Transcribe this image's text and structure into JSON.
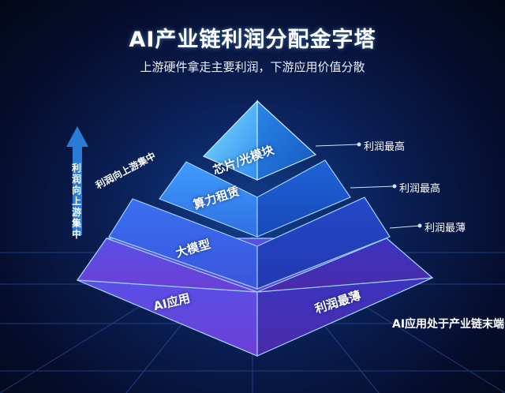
{
  "title": "AI产业链利润分配金字塔",
  "subtitle": "上游硬件拿走主要利润，下游应用价值分散",
  "layers": [
    {
      "label": "芯片/光模块",
      "callout": "利润最高"
    },
    {
      "label": "算力租赁",
      "callout": "利润最高"
    },
    {
      "label": "大模型",
      "callout": "利润最薄"
    },
    {
      "label": "AI应用",
      "callout": "利润最薄"
    }
  ],
  "arrow_label": "利润向上游集中",
  "side_note": "利润向上游集中",
  "footer": "AI应用处于产业链末端",
  "colors": {
    "accent": "#3aa0ff",
    "top": "#4fc3ff",
    "bottom": "#6a4ce0"
  }
}
